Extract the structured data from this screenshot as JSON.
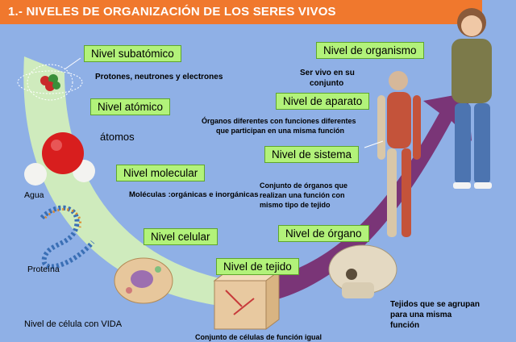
{
  "title": "1.- NIVELES DE ORGANIZACIÓN DE LOS SERES VIVOS",
  "levels": {
    "subatomico": "Nivel subatómico",
    "atomico": "Nivel atómico",
    "molecular": "Nivel molecular",
    "celular": "Nivel celular",
    "tejido": "Nivel de tejido",
    "organo": "Nivel de órgano",
    "sistema": "Nivel de sistema",
    "aparato": "Nivel de aparato",
    "organismo": "Nivel de organismo"
  },
  "descriptions": {
    "subatomico": "Protones, neutrones y electrones",
    "atomico": "átomos",
    "agua": "Agua",
    "molecular": "Moléculas :orgánicas e inorgánicas",
    "proteina": "Proteína",
    "celula": "Nivel de célula con VIDA",
    "organismo_1": "Ser vivo en su",
    "organismo_2": "conjunto",
    "aparato_1": "Órganos diferentes con funciones diferentes",
    "aparato_2": "que participan en una misma función",
    "sistema_1": "Conjunto de órganos que",
    "sistema_2": "realizan  una función con",
    "sistema_3": "mismo tipo de tejido",
    "organo_1": "Tejidos que se agrupan",
    "organo_2": "para una misma",
    "organo_3": "función",
    "tejido_cut": "Conjunto de células de función igual"
  }
}
